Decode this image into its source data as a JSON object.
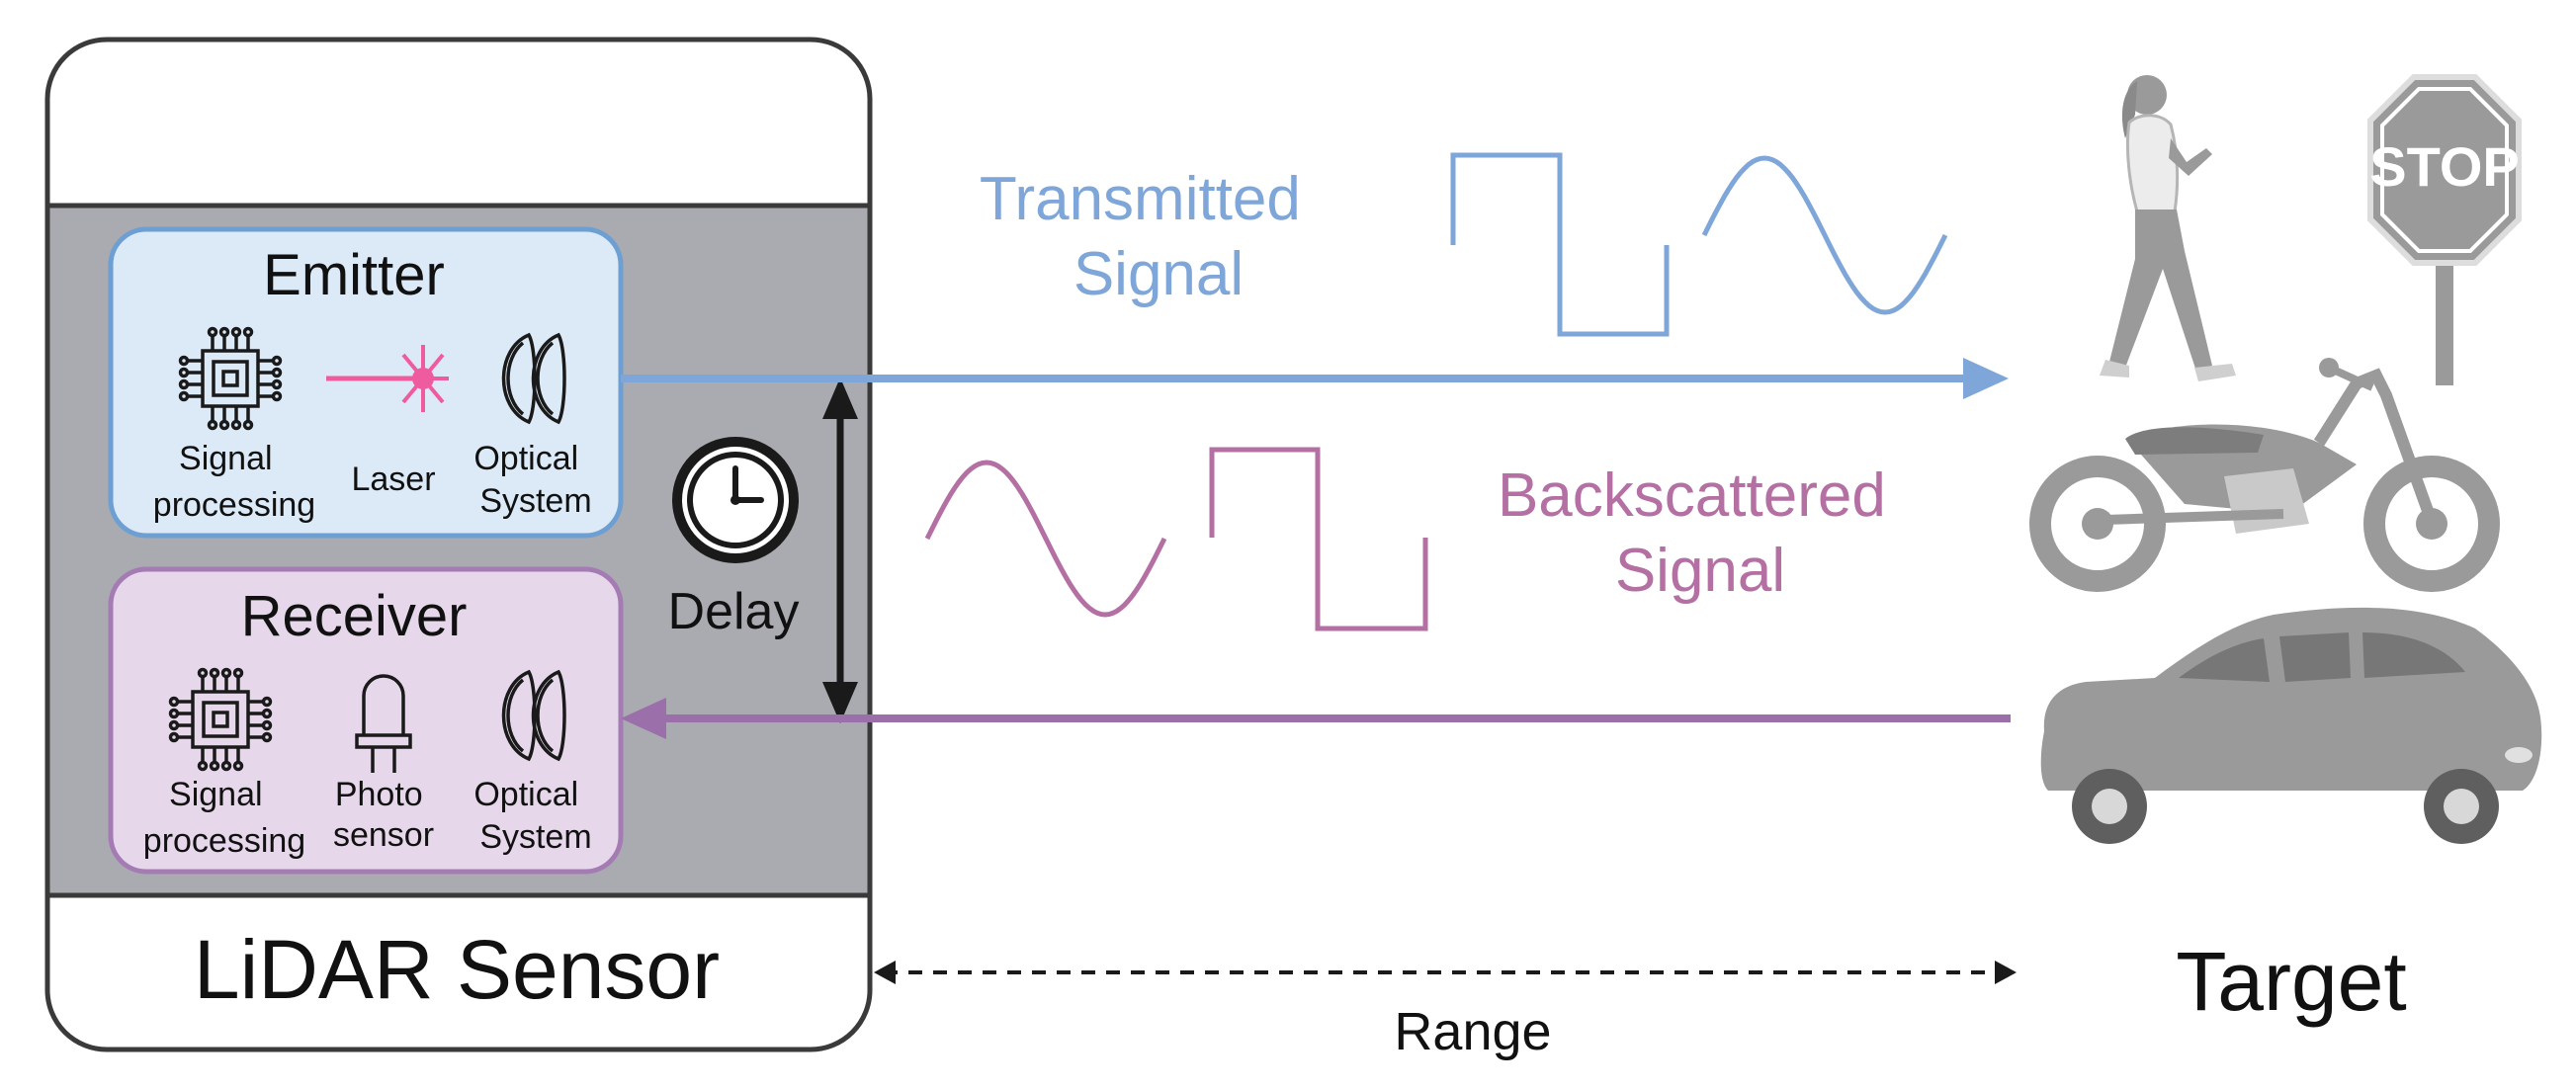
{
  "sensor": {
    "title": "LiDAR Sensor",
    "emitter": {
      "title": "Emitter",
      "signal_processing": [
        "Signal",
        "processing"
      ],
      "laser": "Laser",
      "optical": [
        "Optical",
        "System"
      ]
    },
    "receiver": {
      "title": "Receiver",
      "signal_processing": [
        "Signal",
        "processing"
      ],
      "photo": [
        "Photo",
        "sensor"
      ],
      "optical": [
        "Optical",
        "System"
      ]
    },
    "delay_label": "Delay"
  },
  "signals": {
    "transmitted": [
      "Transmitted",
      "Signal"
    ],
    "backscattered": [
      "Backscattered",
      "Signal"
    ]
  },
  "range_label": "Range",
  "target": {
    "title": "Target",
    "stop_sign_text": "STOP"
  },
  "colors": {
    "transmitted": "#7ea6d8",
    "backscattered": "#b46fa3",
    "emitter_fill": "#dceaf8",
    "emitter_stroke": "#6e9fd2",
    "receiver_fill": "#e6d8ea",
    "receiver_stroke": "#a57bb4",
    "housing_gray": "#a9abb0",
    "laser": "#ef5c9d",
    "target_gray": "#9a9a9a"
  }
}
